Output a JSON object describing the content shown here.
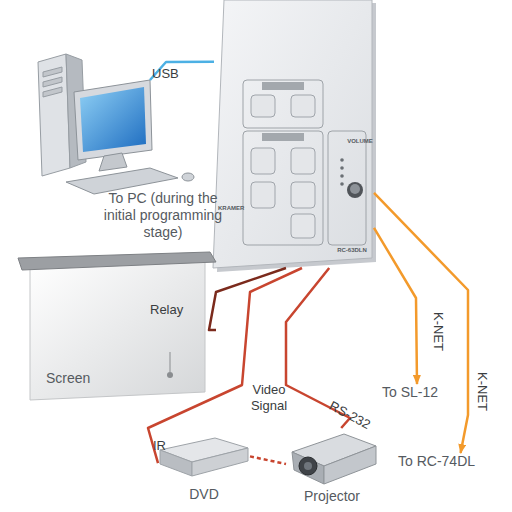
{
  "diagram": {
    "nodes": [
      {
        "text": [
          "To PC (during the initial programming stage)"
        ]
      },
      {
        "text": [
          "VOLUME",
          "KRAMER",
          "RC-63DLN"
        ]
      },
      {
        "text": [
          "Screen"
        ]
      },
      {
        "text": [
          "To SL-12"
        ]
      },
      {
        "text": [
          "To RC-74DL"
        ]
      },
      {
        "text": [
          "DVD"
        ]
      },
      {
        "text": [
          "Projector"
        ]
      }
    ],
    "edges": [
      {
        "from": 0,
        "to": 1,
        "label": "USB",
        "arrow": "none"
      },
      {
        "from": 1,
        "to": 2,
        "label": "Relay",
        "arrow": "none"
      },
      {
        "from": 1,
        "to": 5,
        "label": "IR",
        "arrow": "none"
      },
      {
        "from": 1,
        "to": 6,
        "label": "RS-232",
        "arrow": "none"
      },
      {
        "from": 5,
        "to": 6,
        "label": "Video Signal",
        "arrow": "none"
      },
      {
        "from": 1,
        "to": 3,
        "label": "K-NET",
        "arrow": "to"
      },
      {
        "from": 1,
        "to": 4,
        "label": "K-NET",
        "arrow": "to"
      }
    ]
  }
}
